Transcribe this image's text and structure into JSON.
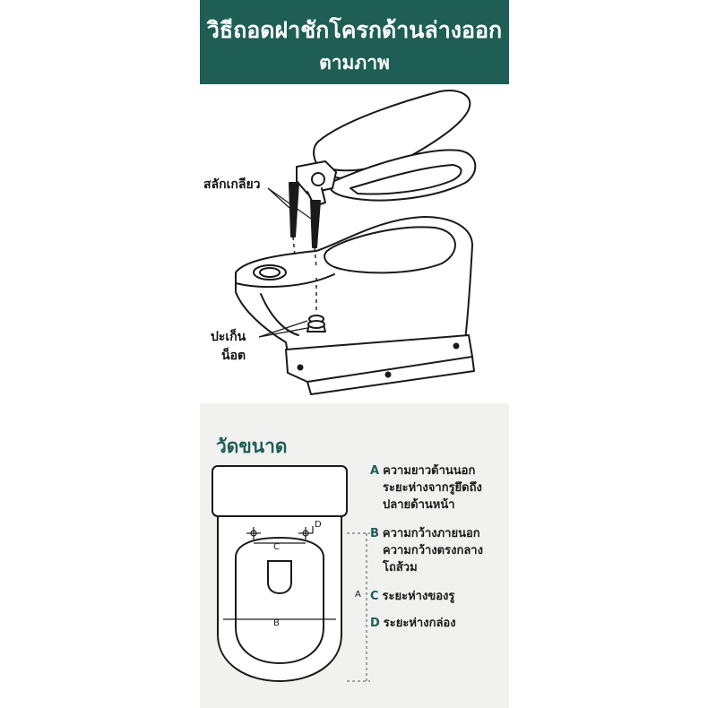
{
  "banner": {
    "line1": "วิธีถอดฝาชักโครกด้านล่างออก",
    "line2": "ตามภาพ"
  },
  "illustration": {
    "label_screw": "สลักเกลียว",
    "label_washer": "ปะเก็น",
    "label_nut": "น็อต"
  },
  "measure": {
    "title": "วัดขนาด",
    "diagram_letters": {
      "a": "A",
      "b": "B",
      "c": "C",
      "d": "D"
    },
    "legend": [
      {
        "key": "A",
        "line1": "ความยาวด้านนอก",
        "line2": "ระยะห่างจากรูยึดถึง",
        "line3": "ปลายด้านหน้า"
      },
      {
        "key": "B",
        "line1": "ความกว้างภายนอก",
        "line2": "ความกว้างตรงกลาง",
        "line3": "โถส้วม"
      },
      {
        "key": "C",
        "line1": "ระยะห่างของรู"
      },
      {
        "key": "D",
        "line1": "ระยะห่างกล่อง"
      }
    ]
  },
  "colors": {
    "brand": "#1e5e55",
    "bottom_bg": "#f1f1f0"
  }
}
